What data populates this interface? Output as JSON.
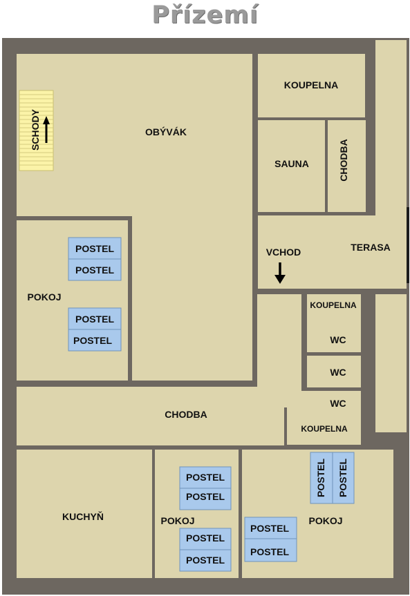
{
  "title": "Přízemí",
  "rooms": {
    "obyvak": "OBÝVÁK",
    "schody": "SCHODY",
    "koupelna_top": "KOUPELNA",
    "sauna": "SAUNA",
    "chodba_vertical": "CHODBA",
    "vchod": "VCHOD",
    "terasa": "TERASA",
    "pokoj_left": "POKOJ",
    "koupelna_mid": "KOUPELNA",
    "wc_1": "WC",
    "wc_2": "WC",
    "wc_3": "WC",
    "koupelna_low": "KOUPELNA",
    "chodba_main": "CHODBA",
    "kuchyn": "KUCHYŇ",
    "pokoj_mid": "POKOJ",
    "pokoj_right": "POKOJ"
  },
  "beds": {
    "left": [
      "POSTEL",
      "POSTEL",
      "POSTEL",
      "POSTEL"
    ],
    "mid": [
      "POSTEL",
      "POSTEL",
      "POSTEL",
      "POSTEL"
    ],
    "right_vertical": [
      "POSTEL",
      "POSTEL"
    ],
    "right_horizontal": [
      "POSTEL",
      "POSTEL"
    ]
  },
  "colors": {
    "wall": "#6d6760",
    "floor": "#ddd5ad",
    "bed": "#a9c9ec",
    "stairs": "#fbf3a8"
  }
}
